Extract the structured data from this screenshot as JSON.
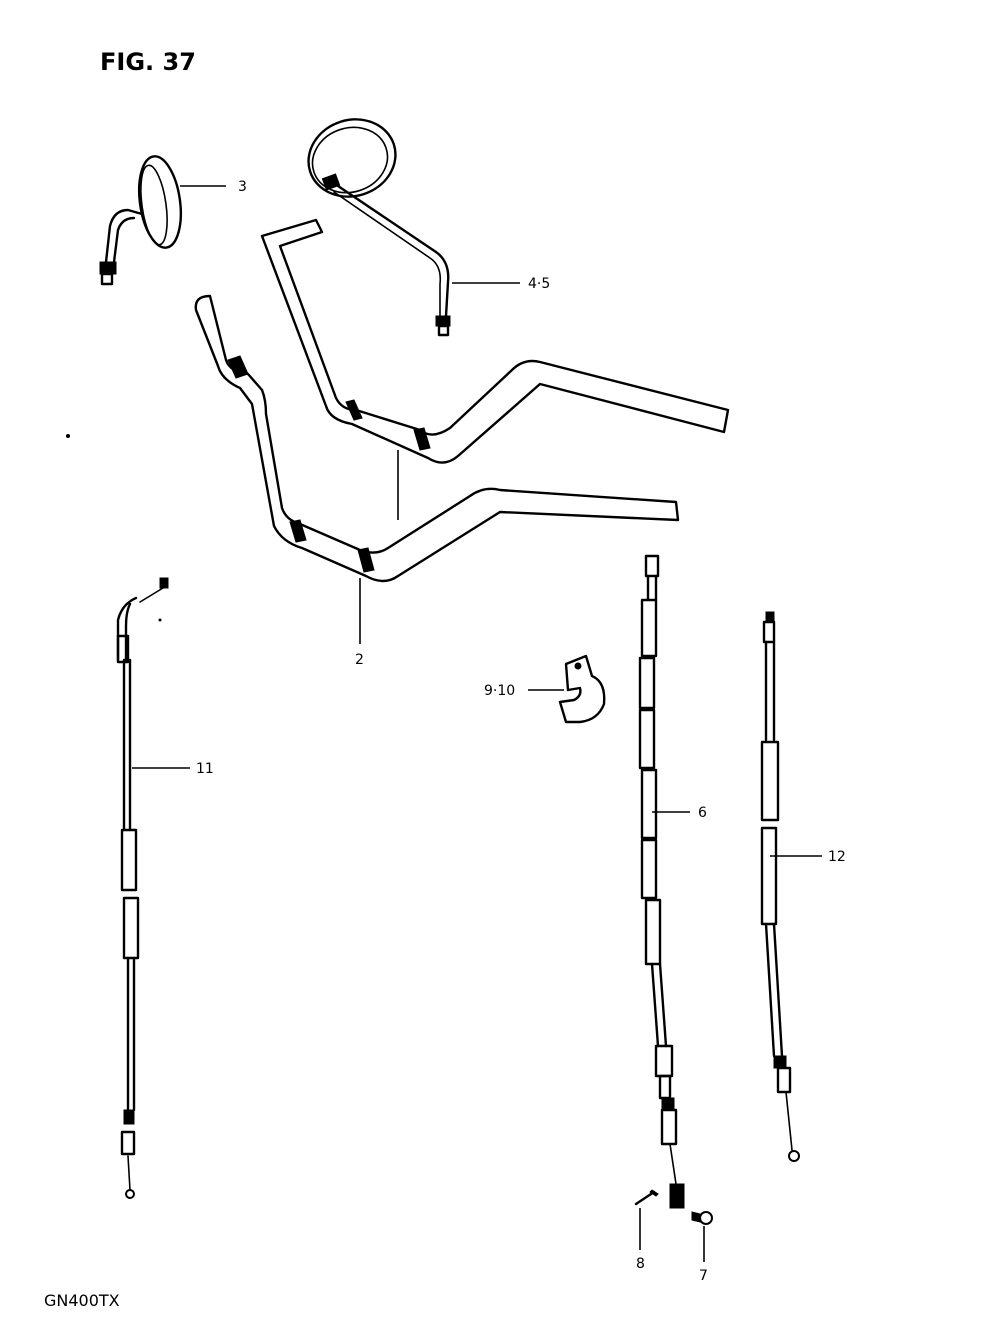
{
  "figure": {
    "title": "FIG. 37",
    "model": "GN400TX"
  },
  "callouts": {
    "handlebar": "2",
    "mirror_left": "3",
    "mirror_right": "4·5",
    "clutch_cable": "6",
    "bolt_7": "7",
    "bolt_8": "8",
    "clamp": "9·10",
    "throttle_cable": "11",
    "cable_12": "12"
  }
}
